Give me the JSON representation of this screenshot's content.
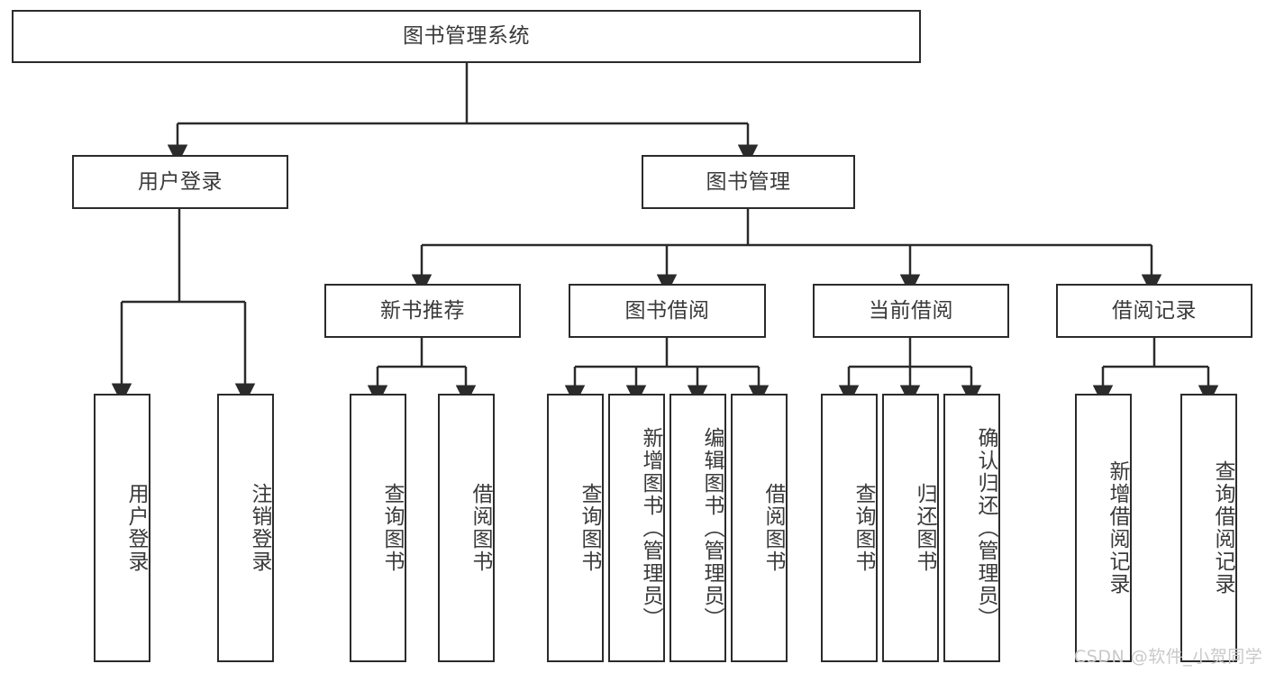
{
  "diagram": {
    "title": "图书管理系统",
    "watermark": "CSDN @软件_小贺同学",
    "stroke_color": "#2b2b2b",
    "text_color": "#3a3a3a",
    "background_color": "#ffffff",
    "watermark_color": "#c9c9c9"
  },
  "nodes": {
    "root": {
      "label": "图书管理系统"
    },
    "level1": [
      {
        "label": "用户登录"
      },
      {
        "label": "图书管理"
      }
    ],
    "level2": [
      {
        "label": "新书推荐"
      },
      {
        "label": "图书借阅"
      },
      {
        "label": "当前借阅"
      },
      {
        "label": "借阅记录"
      }
    ],
    "leaves": {
      "user_login": [
        {
          "label": "用户登录"
        },
        {
          "label": "注销登录"
        }
      ],
      "new_book": [
        {
          "label": "查询图书"
        },
        {
          "label": "借阅图书"
        }
      ],
      "book_borrow": [
        {
          "label": "查询图书"
        },
        {
          "label": "新增图书（管理员）"
        },
        {
          "label": "编辑图书（管理员）"
        },
        {
          "label": "借阅图书"
        }
      ],
      "current_borrow": [
        {
          "label": "查询图书"
        },
        {
          "label": "归还图书"
        },
        {
          "label": "确认归还（管理员）"
        }
      ],
      "borrow_record": [
        {
          "label": "新增借阅记录"
        },
        {
          "label": "查询借阅记录"
        }
      ]
    }
  }
}
